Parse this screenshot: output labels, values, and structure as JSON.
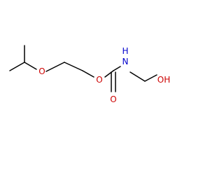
{
  "colors": {
    "background": "#ffffff",
    "bond": "#000000",
    "oxygen": "#cc0000",
    "nitrogen": "#0000cc"
  },
  "atoms": {
    "ether_o": "O",
    "ester_o": "O",
    "carbonyl_o": "O",
    "amide_n": "N",
    "amide_h": "H",
    "hydroxyl": "OH"
  }
}
